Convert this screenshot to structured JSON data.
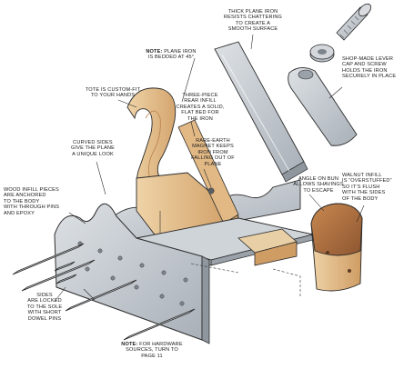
{
  "labels": {
    "note_iron_bold": "NOTE:",
    "note_iron": "Plane iron\nis bedded at 45°",
    "thick_iron": "Thick plane iron\nresists chattering\nto create a\nsmooth surface",
    "lever_cap": "Shop-made lever\ncap and screw\nholds the iron\nsecurely in place",
    "tote": "Tote is custom-fit\nto your hands",
    "rear_infill": "Three-piece\nrear infill\ncreates a solid,\nflat bed for\nthe iron",
    "magnet": "Rare-earth\nmagnet keeps\niron from\nfalling out of\nplane",
    "curved_sides": "Curved sides\ngive the plane\na unique look",
    "walnut_infill": "Walnut infill\nis “overstuffed”\nso it’s flush\nwith the sides\nof the body",
    "angle_bun": "Angle on bun\nallows shavings\nto escape",
    "wood_infill": "Wood infill pieces\nare anchored\nto the body\nwith through pins\nand epoxy",
    "sides_locked": "Sides\nare locked\nto the sole\nwith short\ndowel pins",
    "note_hardware_bold": "NOTE:",
    "note_hardware": "For hardware\nsources, turn to\npage 11"
  },
  "colors": {
    "metal": "#c4c9cf",
    "metal_dark": "#9aa1a9",
    "wood_light": "#e8c89a",
    "wood_mid": "#d7a973",
    "wood_dark": "#b8804a",
    "walnut": "#a86a3c",
    "outline": "#2b2b2b"
  }
}
